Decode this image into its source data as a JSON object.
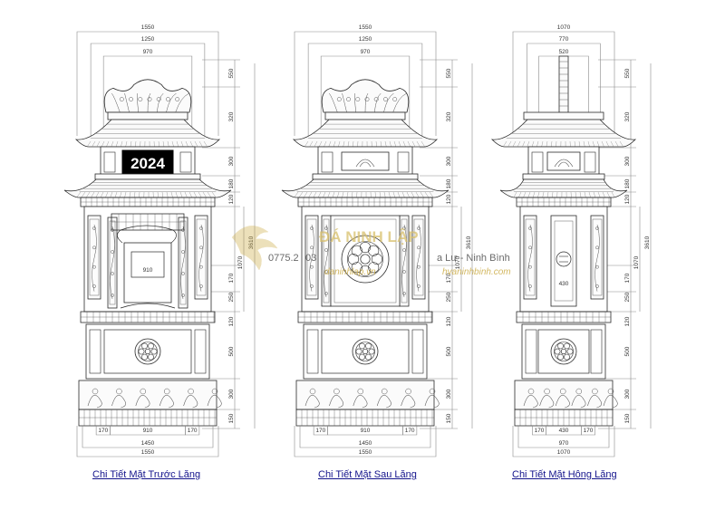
{
  "drawings": [
    {
      "caption": "Chi Tiết Mặt Trước Lăng",
      "top_dims": [
        "1550",
        "1250",
        "970"
      ],
      "heights": [
        "550",
        "320",
        "300",
        "180",
        "120",
        "170",
        "250",
        "120",
        "500",
        "300",
        "150"
      ],
      "total_height": "3610",
      "inner_height": "1070",
      "panel_width": "910",
      "bottom_dims": [
        "170",
        "910",
        "170"
      ],
      "base_width": "1450",
      "overall_width": "1550",
      "plaque": "2024"
    },
    {
      "caption": "Chi Tiết Mặt Sau Lăng",
      "top_dims": [
        "1550",
        "1250",
        "970"
      ],
      "heights": [
        "550",
        "320",
        "300",
        "180",
        "120",
        "170",
        "250",
        "120",
        "500",
        "300",
        "150"
      ],
      "total_height": "3610",
      "inner_height": "1070",
      "bottom_dims": [
        "170",
        "910",
        "170"
      ],
      "base_width": "1450",
      "overall_width": "1550"
    },
    {
      "caption": "Chi Tiết Mặt Hông Lăng",
      "top_dims": [
        "1070",
        "770",
        "520"
      ],
      "heights": [
        "550",
        "320",
        "300",
        "180",
        "120",
        "170",
        "250",
        "120",
        "500",
        "300",
        "150"
      ],
      "total_height": "3610",
      "inner_height": "1070",
      "panel_width": "430",
      "bottom_dims": [
        "170",
        "430",
        "170"
      ],
      "base_width": "970",
      "overall_width": "1070"
    }
  ],
  "watermark": {
    "brand": "ĐÁ NINH LẬP",
    "phone": "0775.2",
    "phone_tail": "03",
    "address_tail": "a Lư - Ninh Bình",
    "website": "daninhlap.vn",
    "website_tail": "hvaninhbinh.com"
  },
  "colors": {
    "line": "#2a2a2a",
    "dim_line": "#8a8a8a",
    "caption": "#14148c",
    "watermark": "#c9a73c"
  }
}
